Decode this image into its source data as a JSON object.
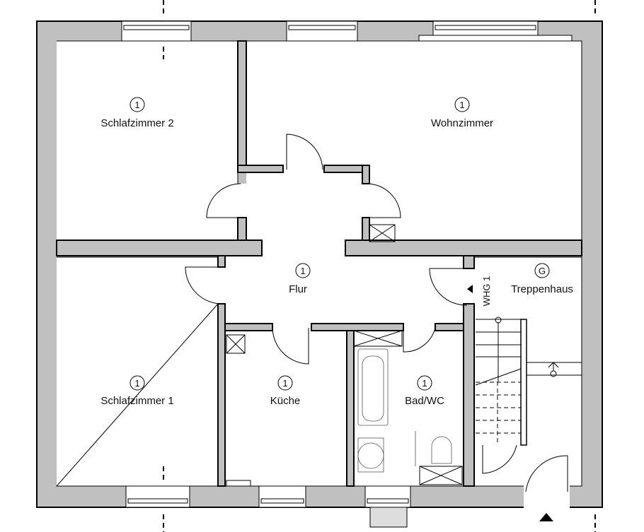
{
  "colors": {
    "wall": "#c0c0c0",
    "line": "#000000",
    "background": "#ffffff"
  },
  "rooms": [
    {
      "name": "Schlafzimmer 2",
      "unit": "1"
    },
    {
      "name": "Wohnzimmer",
      "unit": "1"
    },
    {
      "name": "Flur",
      "unit": "1"
    },
    {
      "name": "Treppenhaus",
      "unit": "G"
    },
    {
      "name": "Schlafzimmer 1",
      "unit": "1"
    },
    {
      "name": "Küche",
      "unit": "1"
    },
    {
      "name": "Bad/WC",
      "unit": "1"
    }
  ],
  "entry_label": "WHG 1"
}
